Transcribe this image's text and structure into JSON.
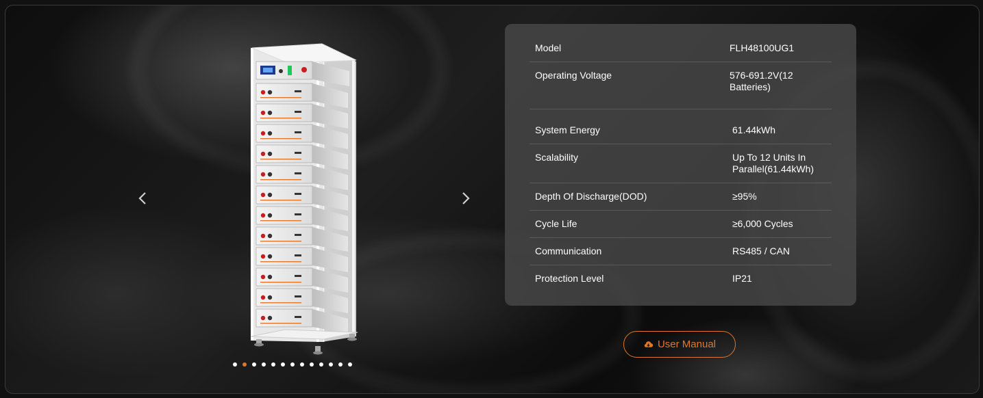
{
  "gallery": {
    "prev_icon": "chevron-left-icon",
    "next_icon": "chevron-right-icon",
    "slide_count": 13,
    "active_slide": 2
  },
  "specs": {
    "rows": [
      {
        "label": "Model",
        "value": "FLH48100UG1"
      },
      {
        "label": "Operating Voltage",
        "value": "576-691.2V(12 Batteries)"
      },
      {
        "label": "System Energy",
        "value": "61.44kWh"
      },
      {
        "label": "Scalability",
        "value": "Up To 12 Units In Parallel(61.44kWh)"
      },
      {
        "label": "Depth Of Discharge(DOD)",
        "value": "≥95%"
      },
      {
        "label": "Cycle Life",
        "value": "≥6,000 Cycles"
      },
      {
        "label": "Communication",
        "value": "RS485 / CAN"
      },
      {
        "label": "Protection Level",
        "value": "IP21"
      }
    ]
  },
  "actions": {
    "manual_label": "User Manual",
    "manual_icon": "cloud-download-icon"
  },
  "colors": {
    "accent": "#e0772a",
    "panel": "#484848"
  }
}
